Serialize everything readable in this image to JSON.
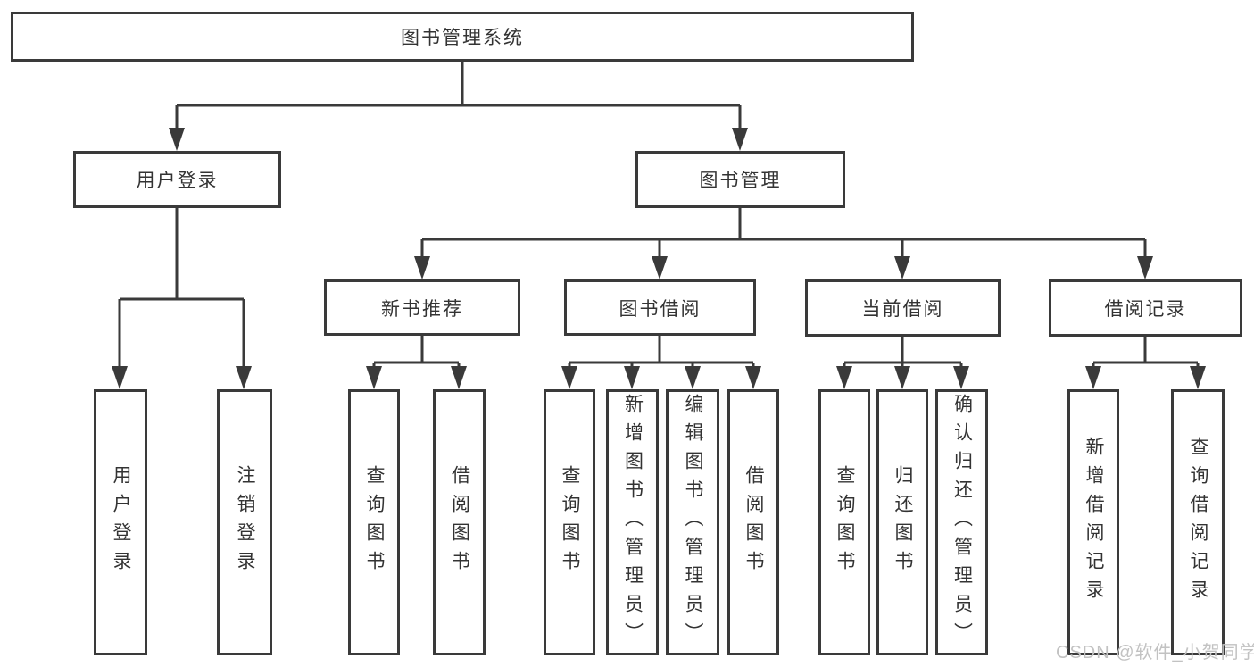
{
  "tree": {
    "label": "图书管理系统",
    "children": [
      {
        "label": "用户登录",
        "children": [
          {
            "label": "用户登录"
          },
          {
            "label": "注销登录"
          }
        ]
      },
      {
        "label": "图书管理",
        "children": [
          {
            "label": "新书推荐",
            "children": [
              {
                "label": "查询图书"
              },
              {
                "label": "借阅图书"
              }
            ]
          },
          {
            "label": "图书借阅",
            "children": [
              {
                "label": "查询图书"
              },
              {
                "label": "新增图书（管理员）"
              },
              {
                "label": "编辑图书（管理员）"
              },
              {
                "label": "借阅图书"
              }
            ]
          },
          {
            "label": "当前借阅",
            "children": [
              {
                "label": "查询图书"
              },
              {
                "label": "归还图书"
              },
              {
                "label": "确认归还（管理员）"
              }
            ]
          },
          {
            "label": "借阅记录",
            "children": [
              {
                "label": "新增借阅记录"
              },
              {
                "label": "查询借阅记录"
              }
            ]
          }
        ]
      }
    ]
  },
  "watermark": "CSDN @软件_小贺同学",
  "colors": {
    "line": "#3a3a3a",
    "box_border": "#3a3a3a",
    "text": "#333333",
    "watermark": "#c2c2c2"
  }
}
